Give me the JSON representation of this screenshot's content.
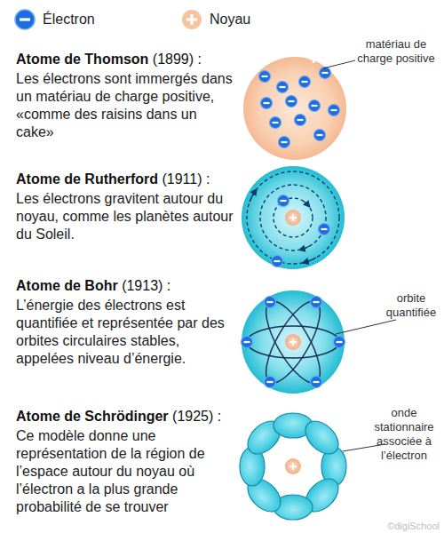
{
  "diagram": {
    "labels": [
      "Atome de Thomson",
      "(1899) :",
      "Les électrons sont immergés dans un matériau de charge positive, «comme des raisins dans un cake»",
      "matériau de charge positive",
      "Atome de Rutherford",
      "(1911) :",
      "Les électrons gravitent autour du noyau, comme les planètes autour du Soleil.",
      "Atome de Bohr",
      "(1913) :",
      "L’énergie des électrons est quantifiée et représentée par des orbites circulaires stables, appelées niveau d’énergie.",
      "orbite quantifiée",
      "Atome de Schrödinger",
      "(1925) :",
      "Ce modèle donne une représentation de la région de l’espace autour du noyau où l’électron a la plus grande probabilité de se trouver",
      "onde stationnaire associée à l’électron",
      "©digiSchool"
    ],
    "legend": [
      {
        "text": "Électron"
      },
      {
        "text": "Noyau"
      }
    ]
  }
}
